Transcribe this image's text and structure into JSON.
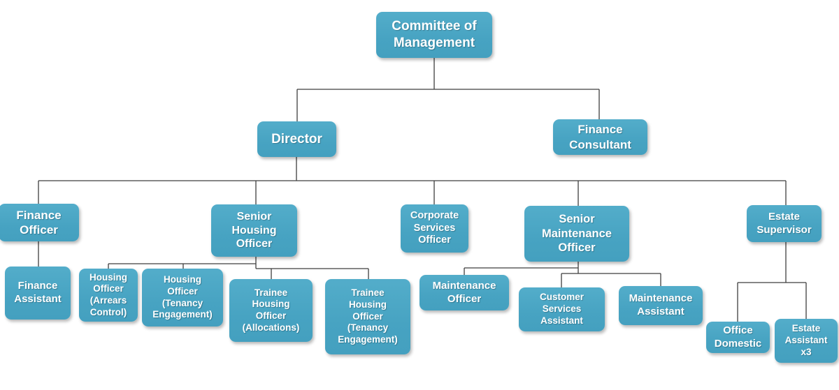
{
  "diagram": {
    "type": "org-chart",
    "colors": {
      "node_fill": "#47a3c2",
      "node_text": "#ffffff",
      "connector": "#3e3e3e",
      "background": "#ffffff"
    },
    "nodes": {
      "committee": {
        "label": "Committee of Management",
        "reports_to": null
      },
      "director": {
        "label": "Director",
        "reports_to": "Committee of Management"
      },
      "finance_consultant": {
        "label": "Finance Consultant",
        "reports_to": "Committee of Management"
      },
      "finance_officer": {
        "label": "Finance Officer",
        "reports_to": "Director"
      },
      "senior_housing_officer": {
        "label": "Senior Housing Officer",
        "reports_to": "Director"
      },
      "corporate_services_officer": {
        "label": "Corporate Services Officer",
        "reports_to": "Director"
      },
      "senior_maintenance_officer": {
        "label": "Senior Maintenance Officer",
        "reports_to": "Director"
      },
      "estate_supervisor": {
        "label": "Estate Supervisor",
        "reports_to": "Director"
      },
      "finance_assistant": {
        "label": "Finance Assistant",
        "reports_to": "Finance Officer"
      },
      "housing_officer_arrears": {
        "label": "Housing Officer (Arrears Control)",
        "reports_to": "Senior Housing Officer"
      },
      "housing_officer_tenancy": {
        "label": "Housing Officer (Tenancy Engagement)",
        "reports_to": "Senior Housing Officer"
      },
      "trainee_housing_officer_allocations": {
        "label": "Trainee Housing Officer (Allocations)",
        "reports_to": "Senior Housing Officer"
      },
      "trainee_housing_officer_tenancy": {
        "label": "Trainee Housing Officer (Tenancy Engagement)",
        "reports_to": "Senior Housing Officer"
      },
      "maintenance_officer": {
        "label": "Maintenance Officer",
        "reports_to": "Senior Maintenance Officer"
      },
      "customer_services_assistant": {
        "label": "Customer Services Assistant",
        "reports_to": "Senior Maintenance Officer"
      },
      "maintenance_assistant": {
        "label": "Maintenance Assistant",
        "reports_to": "Senior Maintenance Officer"
      },
      "office_domestic": {
        "label": "Office Domestic",
        "reports_to": "Estate Supervisor"
      },
      "estate_assistant": {
        "label": "Estate Assistant x3",
        "reports_to": "Estate Supervisor"
      }
    }
  }
}
